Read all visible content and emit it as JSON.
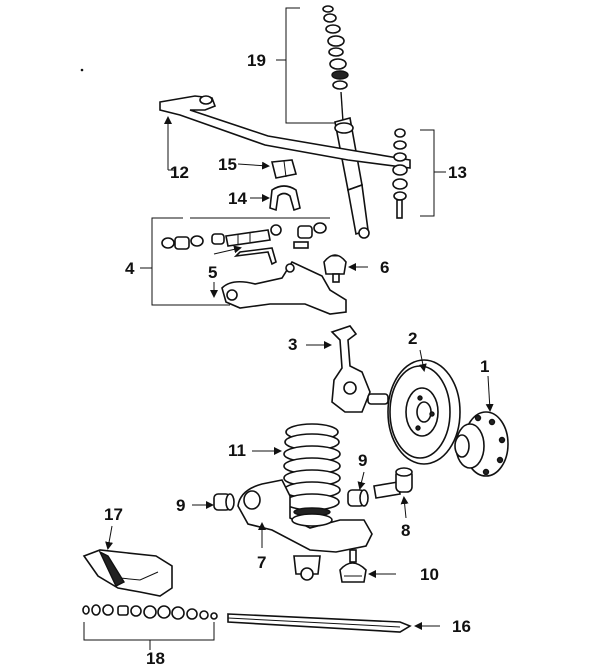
{
  "diagram": {
    "callouts": [
      {
        "id": "1",
        "label": "1"
      },
      {
        "id": "2",
        "label": "2"
      },
      {
        "id": "3",
        "label": "3"
      },
      {
        "id": "4",
        "label": "4"
      },
      {
        "id": "5",
        "label": "5"
      },
      {
        "id": "6",
        "label": "6"
      },
      {
        "id": "7",
        "label": "7"
      },
      {
        "id": "8",
        "label": "8"
      },
      {
        "id": "9a",
        "label": "9"
      },
      {
        "id": "9b",
        "label": "9"
      },
      {
        "id": "10",
        "label": "10"
      },
      {
        "id": "11",
        "label": "11"
      },
      {
        "id": "12",
        "label": "12"
      },
      {
        "id": "13",
        "label": "13"
      },
      {
        "id": "14",
        "label": "14"
      },
      {
        "id": "15",
        "label": "15"
      },
      {
        "id": "16",
        "label": "16"
      },
      {
        "id": "17",
        "label": "17"
      },
      {
        "id": "18",
        "label": "18"
      },
      {
        "id": "19",
        "label": "19"
      }
    ]
  }
}
